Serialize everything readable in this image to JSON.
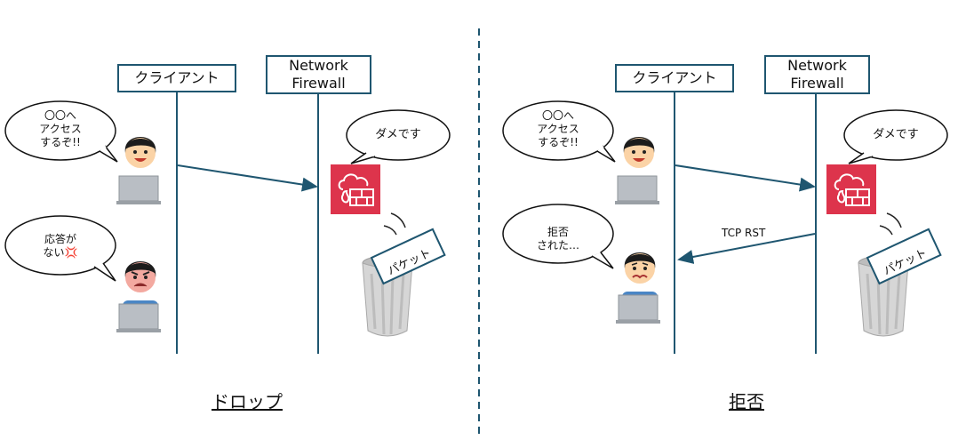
{
  "left_panel": {
    "client_label": "クライアント",
    "firewall_label": "Network\nFirewall",
    "client_speech": "〇〇へ\nアクセス\nするぞ!!",
    "client_speech_after": "応答が\nない💢",
    "firewall_speech": "ダメです",
    "packet_label": "パケット",
    "caption": "ドロップ"
  },
  "right_panel": {
    "client_label": "クライアント",
    "firewall_label": "Network\nFirewall",
    "client_speech": "〇〇へ\nアクセス\nするぞ!!",
    "client_speech_after": "拒否\nされた…",
    "firewall_speech": "ダメです",
    "packet_label": "パケット",
    "reply_label": "TCP RST",
    "caption": "拒否"
  },
  "colors": {
    "line": "#1f5670",
    "firewall_icon": "#dd344c",
    "divider": "#1f5670",
    "skin": "#fbd3a6",
    "hair": "#1c1c1c",
    "shirt": "#4a86c5",
    "laptop": "#b9bec4",
    "trash": "#c8c8c8"
  },
  "icons": [
    "firewall-icon",
    "trash-can-icon",
    "person-happy-icon",
    "person-angry-icon",
    "person-sad-icon",
    "laptop-icon"
  ]
}
